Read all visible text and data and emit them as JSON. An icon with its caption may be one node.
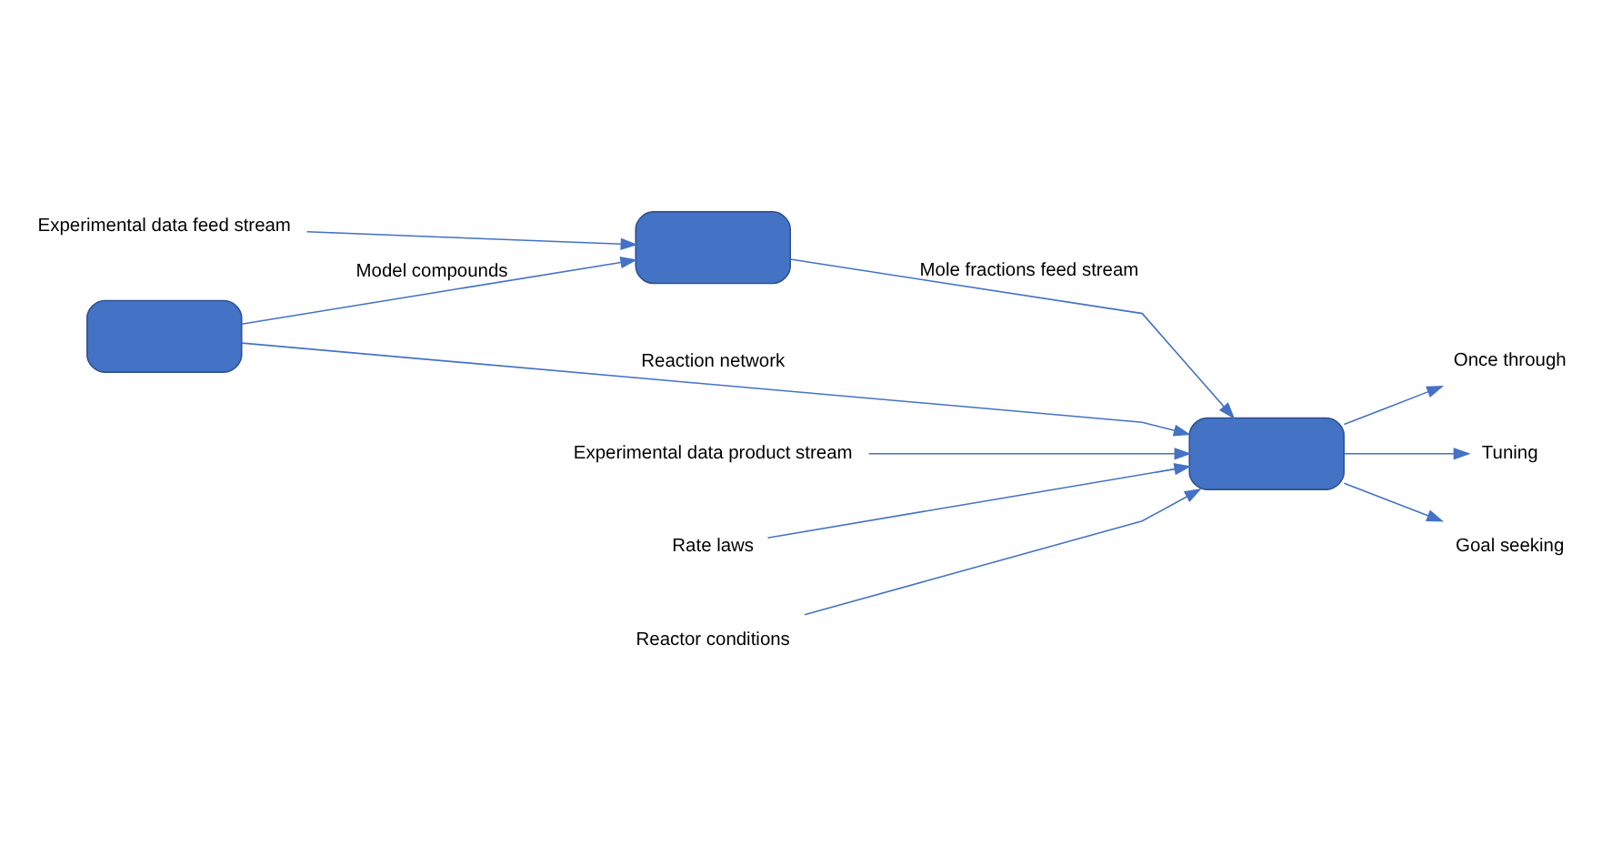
{
  "diagram": {
    "nodes": [
      {
        "text": [
          "Experimental data feed stream"
        ]
      },
      {
        "text": [],
        "shape": "box"
      },
      {
        "text": [],
        "shape": "box"
      },
      {
        "text": [],
        "shape": "box"
      },
      {
        "text": [
          "Once through"
        ]
      },
      {
        "text": [
          "Tuning"
        ]
      },
      {
        "text": [
          "Goal seeking"
        ]
      },
      {
        "text": [
          "Experimental data product stream"
        ]
      },
      {
        "text": [
          "Rate laws"
        ]
      },
      {
        "text": [
          "Reactor conditions"
        ]
      }
    ],
    "edges": [
      {
        "from": 0,
        "to": 1,
        "arrow": "to"
      },
      {
        "from": 2,
        "to": 1,
        "arrow": "to",
        "label": "Model compounds"
      },
      {
        "from": 1,
        "to": 3,
        "arrow": "to",
        "label": "Mole fractions feed stream"
      },
      {
        "from": 2,
        "to": 3,
        "arrow": "to",
        "label": "Reaction network"
      },
      {
        "from": 3,
        "to": 4,
        "arrow": "to"
      },
      {
        "from": 3,
        "to": 5,
        "arrow": "to"
      },
      {
        "from": 3,
        "to": 6,
        "arrow": "to"
      },
      {
        "from": 7,
        "to": 3,
        "arrow": "to"
      },
      {
        "from": 8,
        "to": 3,
        "arrow": "to"
      },
      {
        "from": 9,
        "to": 3,
        "arrow": "to"
      }
    ]
  }
}
